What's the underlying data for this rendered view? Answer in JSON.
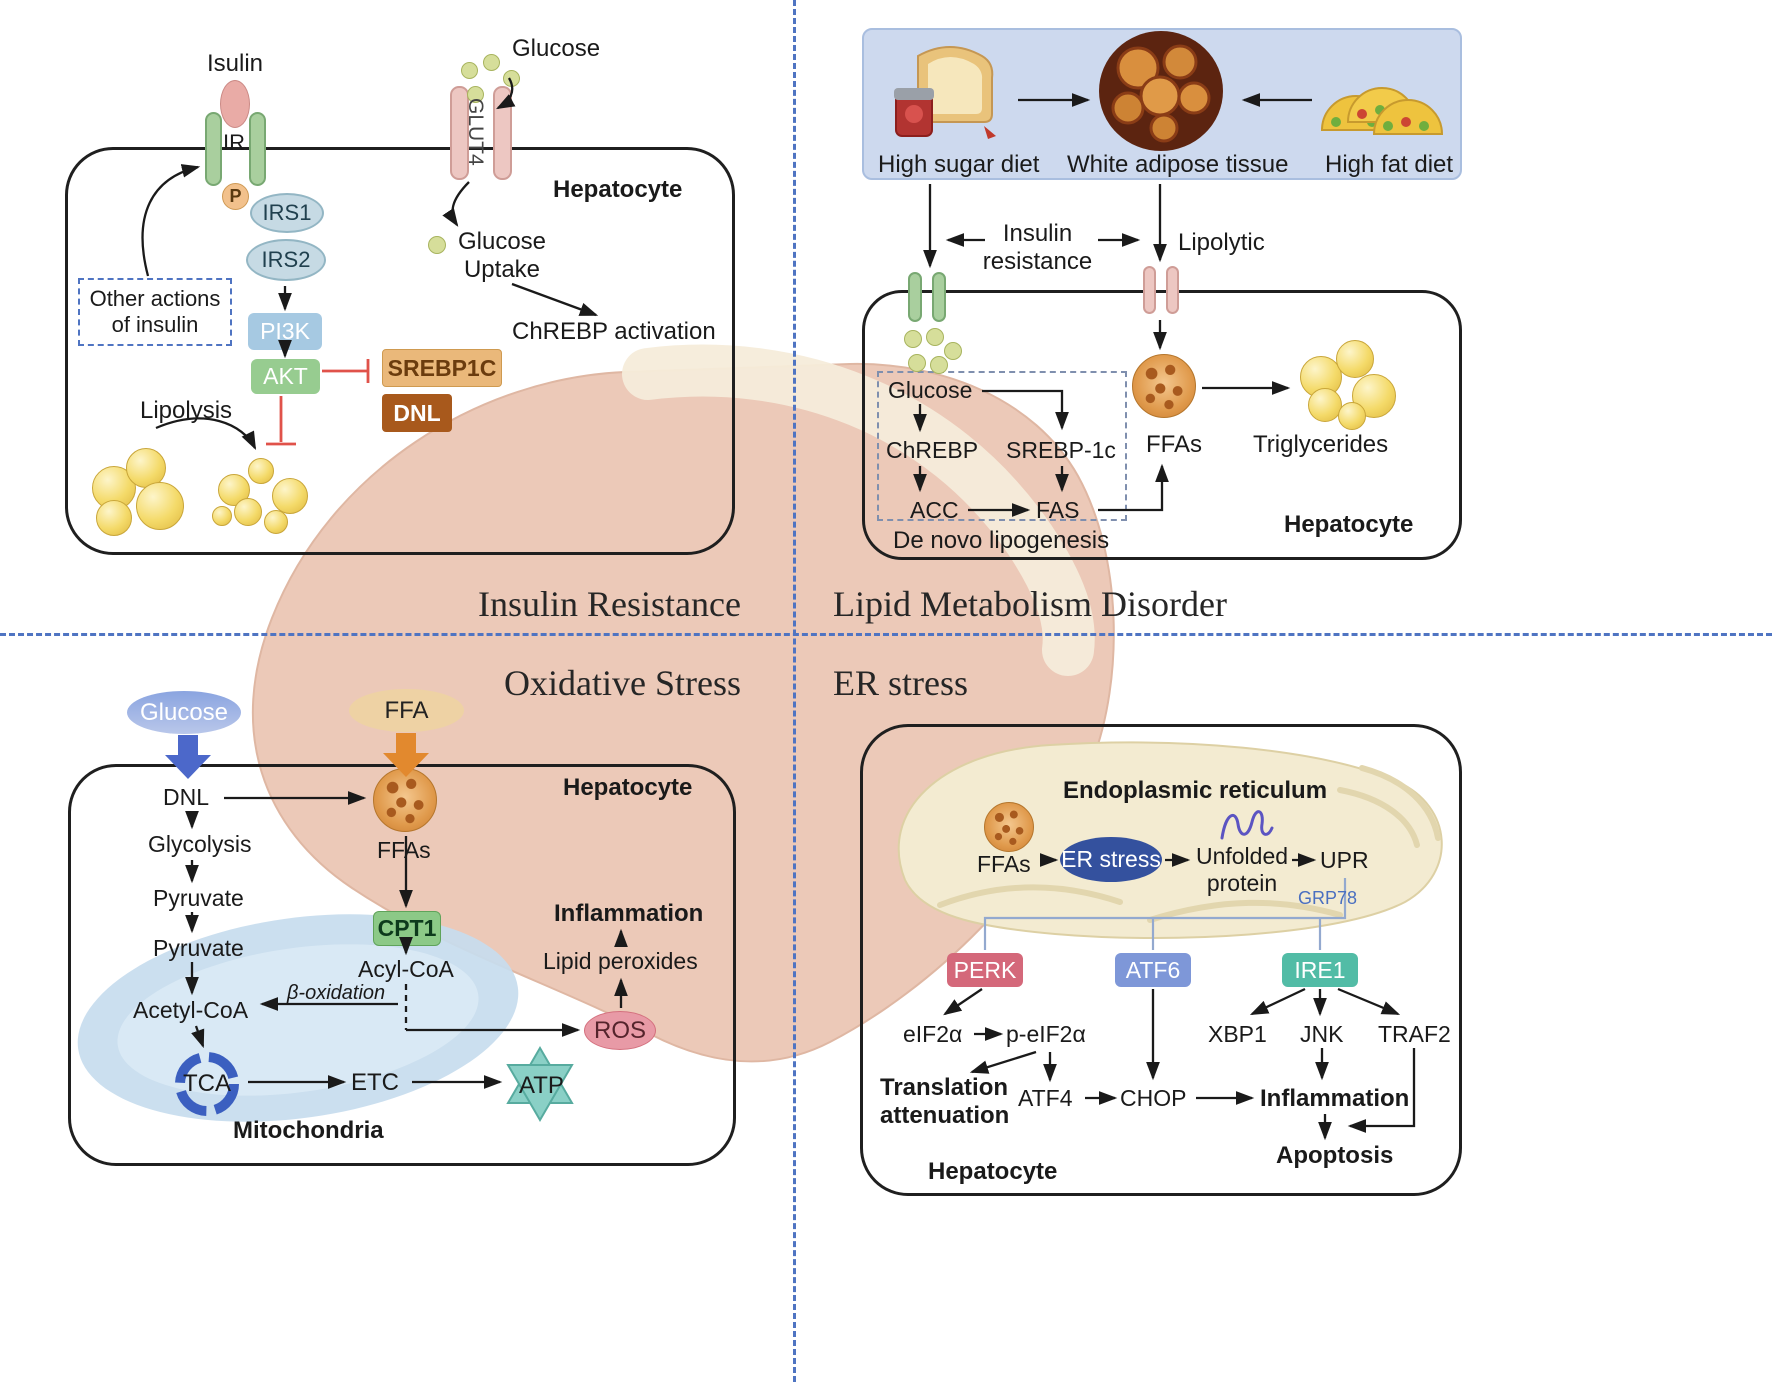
{
  "titles": {
    "q1": "Insulin Resistance",
    "q2": "Lipid Metabolism Disorder",
    "q3": "Oxidative Stress",
    "q4": "ER stress"
  },
  "q1": {
    "insulin": "Isulin",
    "ir": "IR",
    "p": "P",
    "irs1": "IRS1",
    "irs2": "IRS2",
    "pi3k": "PI3K",
    "akt": "AKT",
    "other_actions_line1": "Other actions",
    "other_actions_line2": "of insulin",
    "lipolysis": "Lipolysis",
    "srebp1c": "SREBP1C",
    "dnl": "DNL",
    "glucose": "Glucose",
    "glut4": "GLUT4",
    "glucose_uptake_line1": "Glucose",
    "glucose_uptake_line2": "Uptake",
    "chrebp_activation": "ChREBP activation",
    "hepatocyte": "Hepatocyte"
  },
  "q2": {
    "high_sugar_diet": "High sugar diet",
    "white_adipose_tissue": "White adipose tissue",
    "high_fat_diet": "High fat diet",
    "insulin_resistance_line1": "Insulin",
    "insulin_resistance_line2": "resistance",
    "lipolytic": "Lipolytic",
    "glucose": "Glucose",
    "chrebp": "ChREBP",
    "srebp1c": "SREBP-1c",
    "acc": "ACC",
    "fas": "FAS",
    "de_novo": "De novo lipogenesis",
    "ffas": "FFAs",
    "triglycerides": "Triglycerides",
    "hepatocyte": "Hepatocyte"
  },
  "q3": {
    "glucose": "Glucose",
    "ffa": "FFA",
    "hepatocyte": "Hepatocyte",
    "dnl": "DNL",
    "ffas": "FFAs",
    "glycolysis": "Glycolysis",
    "pyruvate_out": "Pyruvate",
    "pyruvate_in": "Pyruvate",
    "acetyl_coa": "Acetyl-CoA",
    "cpt1": "CPT1",
    "acyl_coa": "Acyl-CoA",
    "beta_oxidation": "β-oxidation",
    "tca": "TCA",
    "etc": "ETC",
    "atp": "ATP",
    "ros": "ROS",
    "lipid_peroxides": "Lipid peroxides",
    "inflammation": "Inflammation",
    "mitochondria": "Mitochondria"
  },
  "q4": {
    "er_label": "Endoplasmic reticulum",
    "ffas": "FFAs",
    "er_stress": "ER stress",
    "unfolded_line1": "Unfolded",
    "unfolded_line2": "protein",
    "upr": "UPR",
    "grp78": "GRP78",
    "perk": "PERK",
    "atf6": "ATF6",
    "ire1": "IRE1",
    "eif2a": "eIF2α",
    "p_eif2a": "p-eIF2α",
    "translation_line1": "Translation",
    "translation_line2": "attenuation",
    "atf4": "ATF4",
    "chop": "CHOP",
    "xbp1": "XBP1",
    "jnk": "JNK",
    "traf2": "TRAF2",
    "inflammation": "Inflammation",
    "apoptosis": "Apoptosis",
    "hepatocyte": "Hepatocyte"
  },
  "colors": {
    "divider": "#4f74c2",
    "liver": "#ecc9b8",
    "arrow": "#1a1a1a",
    "inhibition": "#e0524a"
  }
}
